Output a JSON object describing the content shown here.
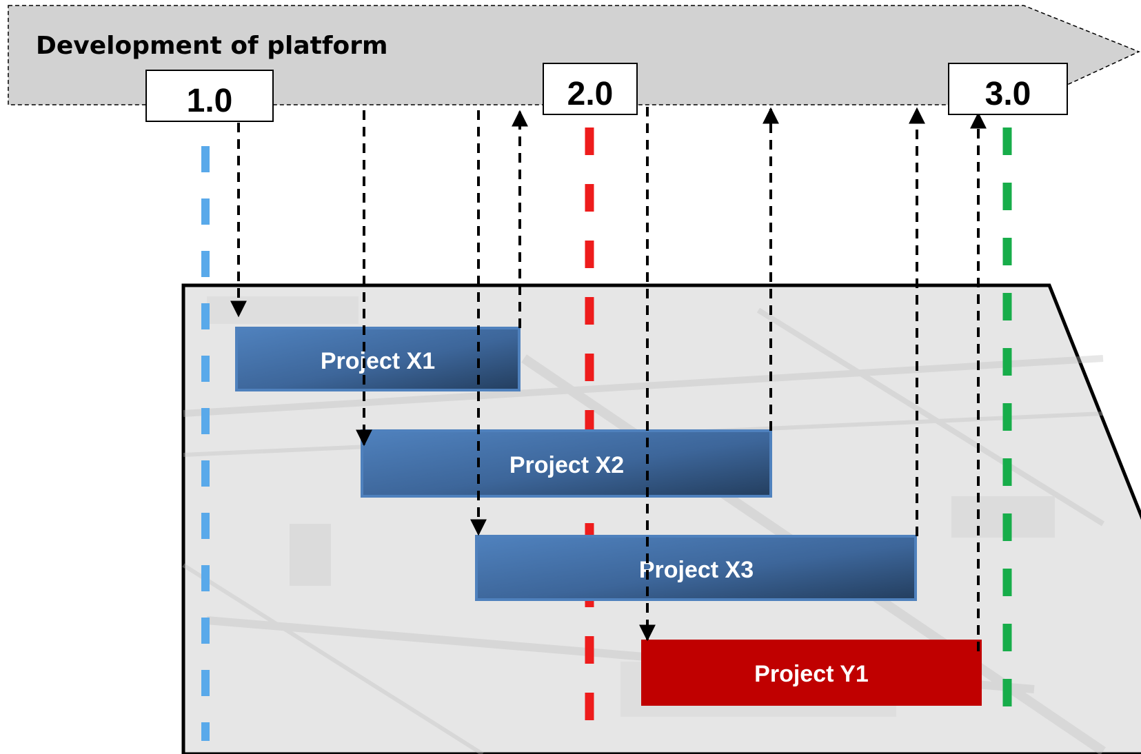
{
  "platform": {
    "title": "Development of platform",
    "versions": [
      {
        "label": "1.0",
        "color": "#59a9ea"
      },
      {
        "label": "2.0",
        "color": "#ee1c1c"
      },
      {
        "label": "3.0",
        "color": "#17ad4a"
      }
    ]
  },
  "projects": [
    {
      "label": "Project X1",
      "color": "#4f81bd"
    },
    {
      "label": "Project X2",
      "color": "#4f81bd"
    },
    {
      "label": "Project X3",
      "color": "#4f81bd"
    },
    {
      "label": "Project Y1",
      "color": "#c00000"
    }
  ],
  "colors": {
    "platform_band": "#d2d2d2",
    "project_band_background": "#e4e4e4",
    "connector": "#000000"
  }
}
